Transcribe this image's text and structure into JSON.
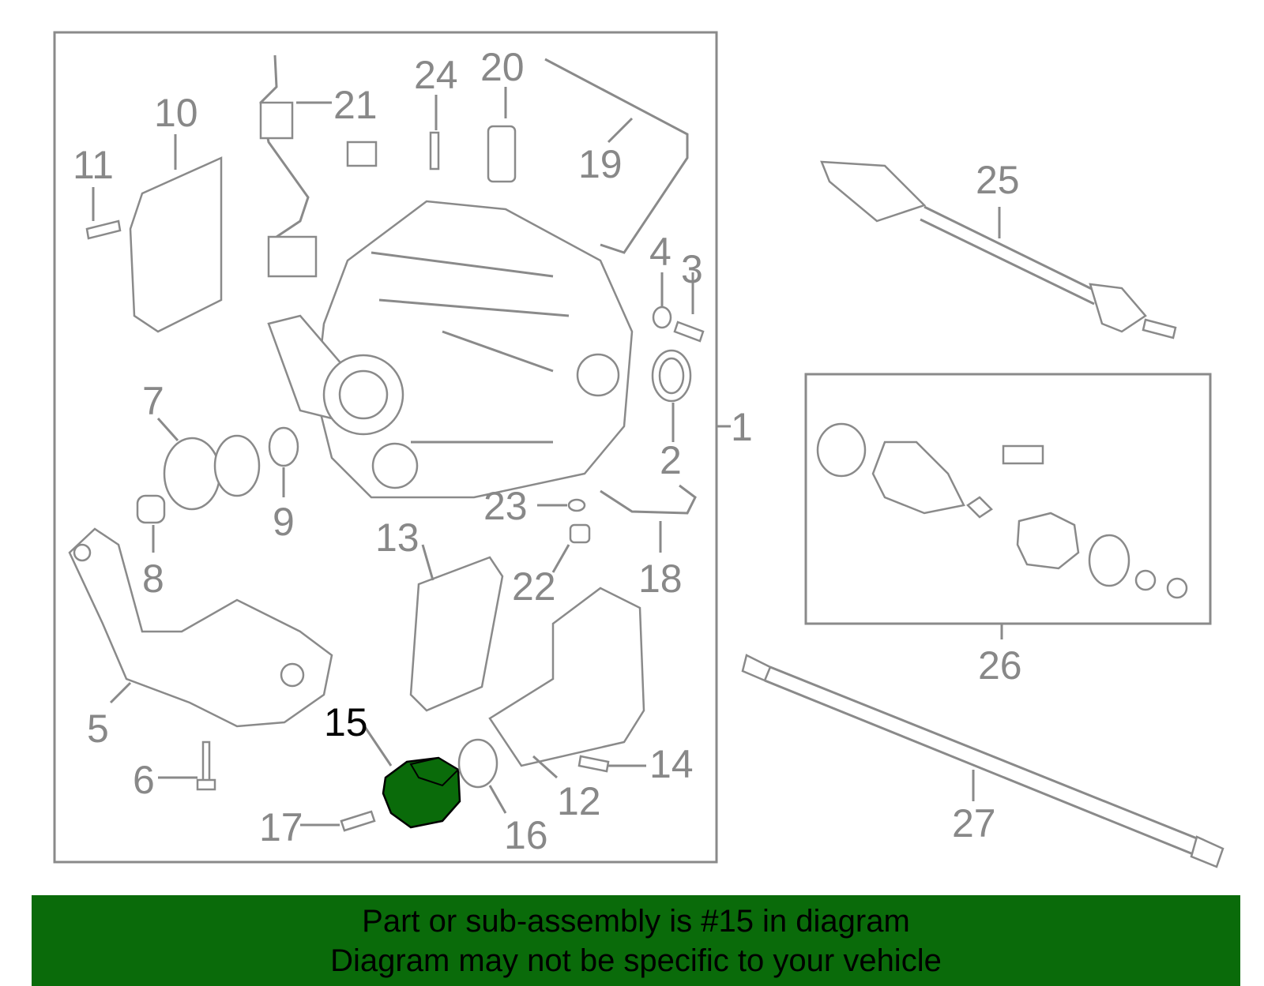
{
  "callouts": [
    "1",
    "2",
    "3",
    "4",
    "5",
    "6",
    "7",
    "8",
    "9",
    "10",
    "11",
    "12",
    "13",
    "14",
    "15",
    "16",
    "17",
    "18",
    "19",
    "20",
    "21",
    "22",
    "23",
    "24",
    "25",
    "26",
    "27"
  ],
  "highlighted_part": "15",
  "colors": {
    "highlight": "#0a6b0a",
    "banner": "#0a6b0a",
    "line": "#8a8a8a",
    "label": "#888888"
  },
  "banner": {
    "line1": "Part or sub-assembly is #15 in diagram",
    "line2": "Diagram may not be specific to your vehicle"
  }
}
